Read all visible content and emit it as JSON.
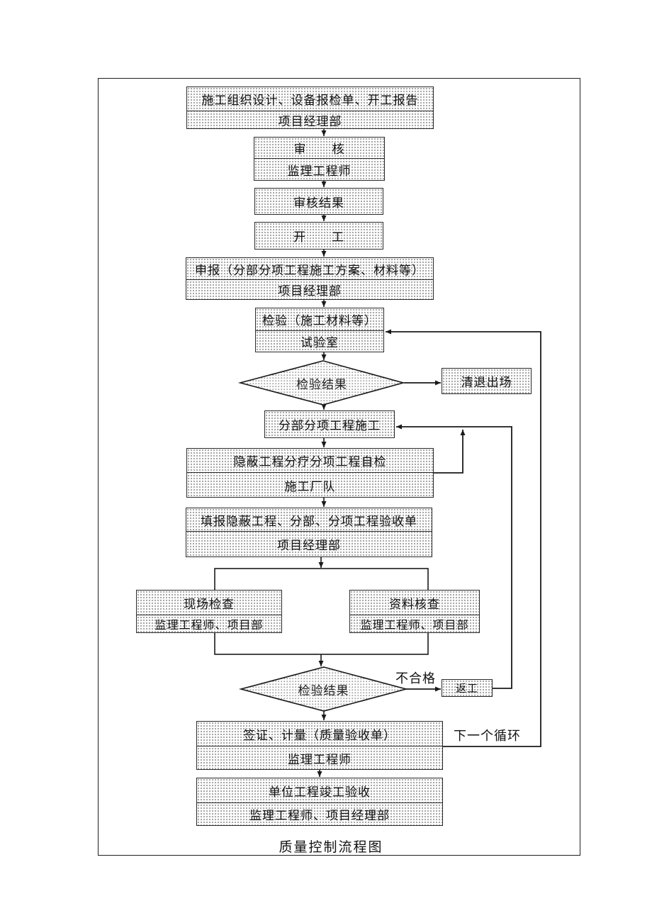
{
  "page": {
    "caption": "质量控制流程图"
  },
  "nodes": {
    "start": {
      "line1": "施工组织设计、设备报检单、开工报告",
      "line2": "项目经理部"
    },
    "review": {
      "line1": "审　　核",
      "line2": "监理工程师"
    },
    "review_result": {
      "line1": "审核结果"
    },
    "commence": {
      "line1": "开　　工"
    },
    "declare": {
      "line1": "申报（分部分项工程施工方案、材料等）",
      "line2": "项目经理部"
    },
    "inspect": {
      "line1": "检验（施工材料等）",
      "line2": "试验室"
    },
    "decision1": {
      "label": "检验结果"
    },
    "clear_out": {
      "label": "清退出场"
    },
    "sub_construction": {
      "label": "分部分项工程施工"
    },
    "self_check": {
      "line1": "隐蔽工程分疗分项工程自检",
      "line2": "施工厂队"
    },
    "fill_forms": {
      "line1": "填报隐蔽工程、分部、分项工程验收单",
      "line2": "项目经理部"
    },
    "site_check": {
      "line1": "现场检查",
      "line2": "监理工程师、项目部"
    },
    "doc_check": {
      "line1": "资料核查",
      "line2": "监理工程师、项目部"
    },
    "decision2": {
      "label": "检验结果"
    },
    "rework": {
      "label": "返工"
    },
    "sign_measure": {
      "line1": "签证、计量（质量验收单）",
      "line2": "监理工程师"
    },
    "final_acceptance": {
      "line1": "单位工程竣工验收",
      "line2": "监理工程师、项目经理部"
    }
  },
  "labels": {
    "fail": "不合格",
    "next_cycle": "下一个循环"
  },
  "colors": {
    "line": "#1a1a1a",
    "box_border": "#2a2a2a",
    "box_fill": "#fcfcfc",
    "pattern_dot": "#8c8c8c",
    "text": "#111111"
  }
}
